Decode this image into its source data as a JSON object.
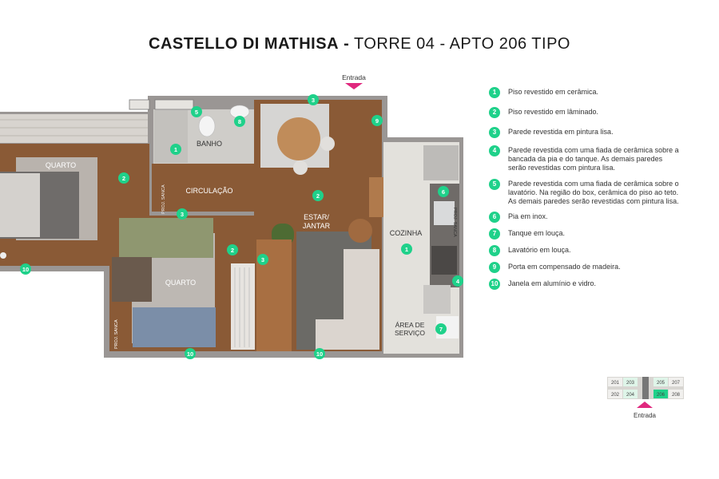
{
  "title": {
    "project": "CASTELLO DI MATHISA",
    "separator": "-",
    "rest": "TORRE 04 - APTO 206 TIPO"
  },
  "plan": {
    "entrance_label": "Entrada",
    "rooms": {
      "quarto_left": "QUARTO",
      "quarto_bottom": "QUARTO",
      "banho": "BANHO",
      "circulacao": "CIRCULAÇÃO",
      "estar_line1": "ESTAR/",
      "estar_line2": "JANTAR",
      "cozinha": "COZINHA",
      "area_line1": "ÁREA DE",
      "area_line2": "SERVIÇO"
    },
    "sanca_labels": {
      "circ": "PROJ. SANCA",
      "quarto": "PROJ. SANCA",
      "cozinha": "PROJ. SANCA"
    },
    "markers": [
      "1",
      "2",
      "3",
      "4",
      "5",
      "6",
      "7",
      "8",
      "9",
      "10"
    ]
  },
  "legend": [
    {
      "num": "1",
      "text": "Piso revestido em cerâmica."
    },
    {
      "num": "2",
      "text": "Piso revestido em lâminado."
    },
    {
      "num": "3",
      "text": "Parede revestida em pintura lisa."
    },
    {
      "num": "4",
      "text": "Parede revestida com uma fiada de cerâmica sobre a bancada da pia e do tanque. As demais paredes serão revestidas com pintura lisa."
    },
    {
      "num": "5",
      "text": "Parede revestida com uma fiada de cerâmica sobre o lavatório. Na região do box, cerâmica do piso ao teto. As demais paredes serão revestidas com pintura lisa."
    },
    {
      "num": "6",
      "text": "Pia em inox."
    },
    {
      "num": "7",
      "text": "Tanque em louça."
    },
    {
      "num": "8",
      "text": "Lavatório em louça."
    },
    {
      "num": "9",
      "text": "Porta em compensado de madeira."
    },
    {
      "num": "10",
      "text": "Janela em alumínio e vidro."
    }
  ],
  "keyplan": {
    "top_units": [
      "201",
      "203",
      "205",
      "207"
    ],
    "bottom_units": [
      "202",
      "204",
      "206",
      "208"
    ],
    "highlighted": "206",
    "entrance_label": "Entrada"
  },
  "colors": {
    "marker": "#1fd18a",
    "entrance": "#e0287e",
    "wood": "#8a5a36",
    "wall": "#9a9694"
  }
}
